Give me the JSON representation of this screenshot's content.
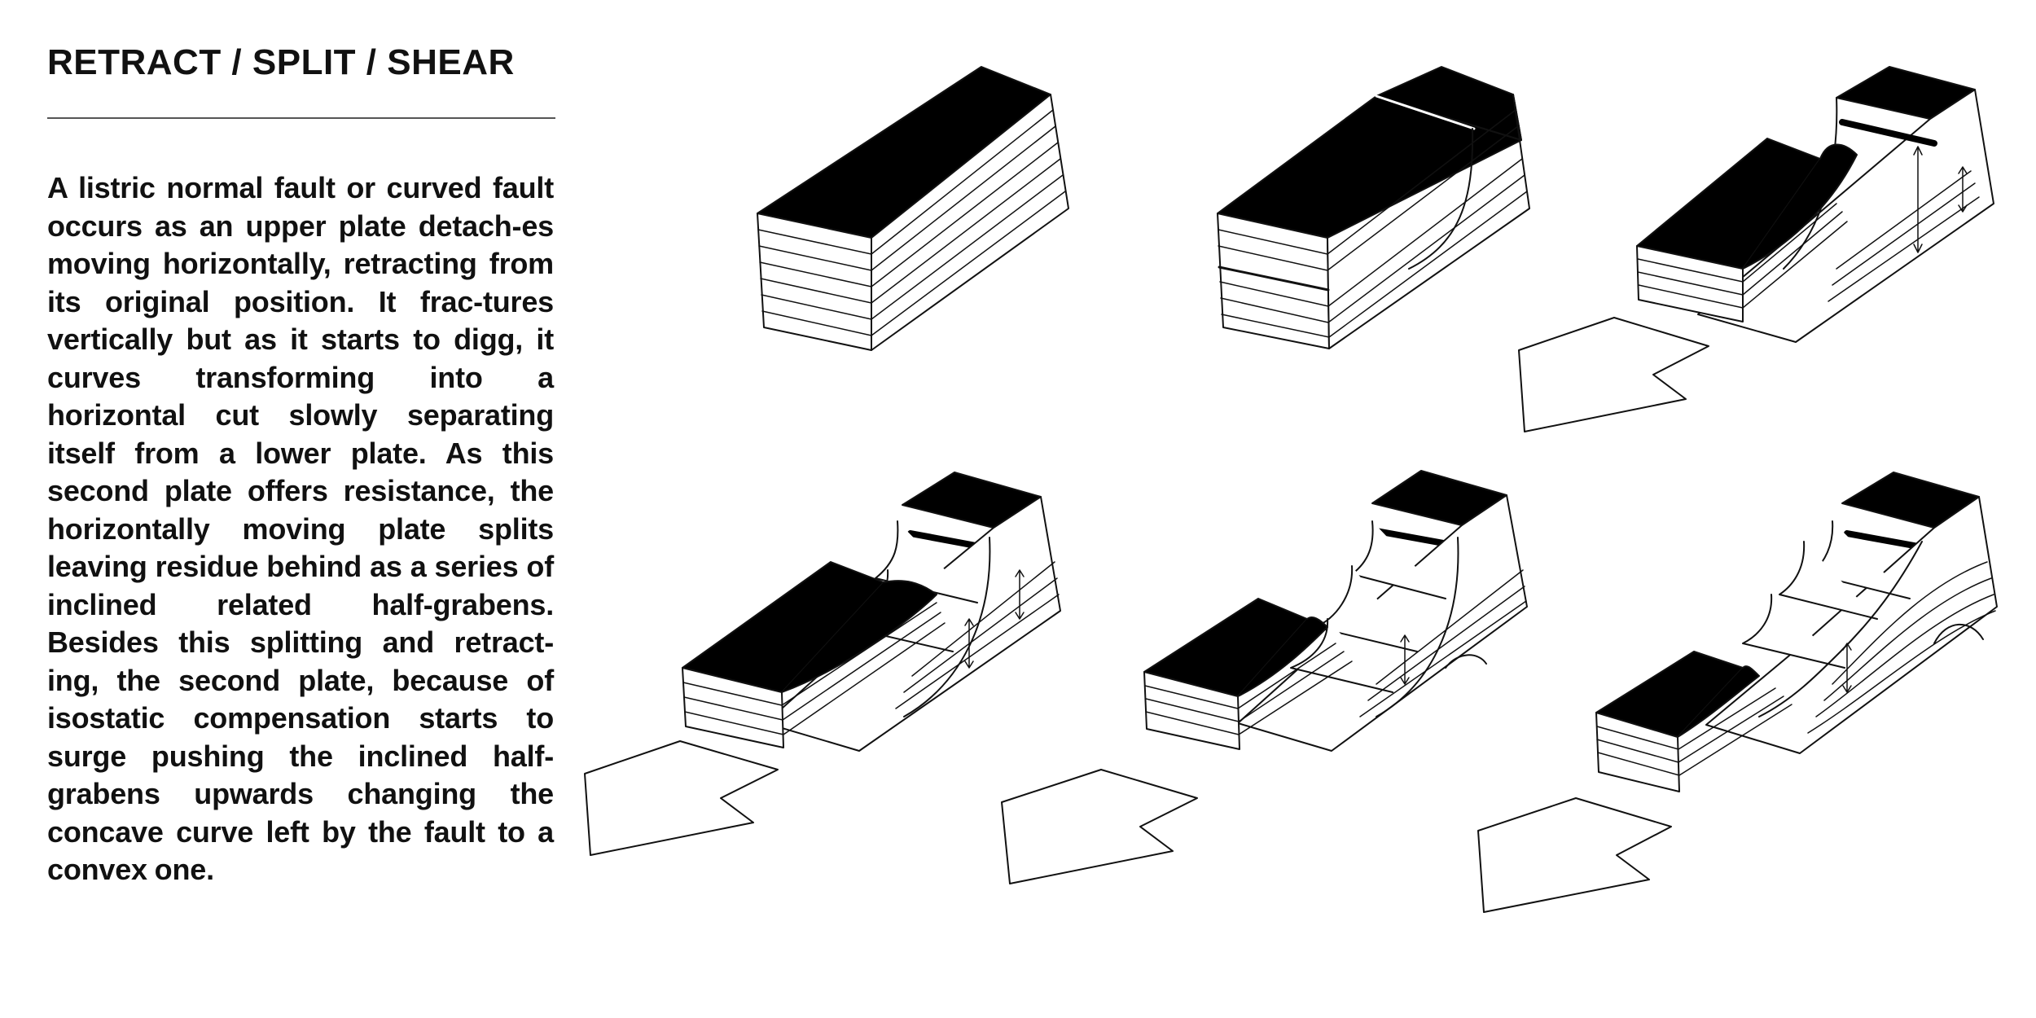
{
  "page": {
    "title": "RETRACT / SPLIT / SHEAR",
    "body": "A listric normal fault or curved fault occurs as an upper plate detach-es moving horizontally, retracting from its original position. It frac-tures vertically but as it starts to digg, it curves transforming into a horizontal cut slowly separating itself from a lower plate. As this second plate offers resistance, the horizontally moving plate splits leaving residue behind as a series of inclined related half-grabens. Besides this splitting and retract-ing, the second plate, because of isostatic compensation starts to surge pushing the inclined half-grabens upwards changing the concave curve left by the fault to a convex one."
  },
  "diagram": {
    "stages": [
      {
        "id": "intact-block",
        "has_fault": false,
        "has_arrow": false
      },
      {
        "id": "fractured-block",
        "has_fault": true,
        "has_arrow": false
      },
      {
        "id": "retracting-block",
        "has_fault": true,
        "has_arrow": true
      },
      {
        "id": "splitting-block",
        "has_fault": true,
        "has_arrow": true
      },
      {
        "id": "half-graben-block",
        "has_fault": true,
        "has_arrow": true
      },
      {
        "id": "convex-surge-block",
        "has_fault": true,
        "has_arrow": true
      }
    ],
    "colors": {
      "ink": "#111111",
      "paper": "#ffffff",
      "solid": "#000000"
    }
  }
}
